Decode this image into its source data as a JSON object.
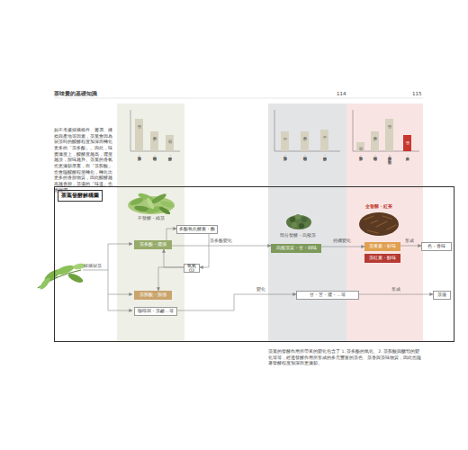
{
  "diagram": {
    "nodes": [
      {
        "text": [
          "茶葉發酵解構圖"
        ]
      },
      {
        "text": [
          "多酚氧化酵素・酶"
        ],
        "in": 0
      },
      {
        "text": [
          "茶多酚・澀感"
        ],
        "in": 0
      },
      {
        "text": [
          "氧氣 O2"
        ],
        "in": 0
      },
      {
        "text": [
          "茶胺酸・甜感"
        ],
        "in": 0
      },
      {
        "text": [
          "咖啡因・茶鹼…等"
        ],
        "in": 0
      },
      {
        "text": [
          "烏龍茶質・甘・回味"
        ],
        "in": 0
      },
      {
        "text": [
          "茶黃素・鮮味"
        ],
        "in": 0
      },
      {
        "text": [
          "茶紅素・醇味"
        ],
        "in": 0
      },
      {
        "text": [
          "色・香味"
        ],
        "in": 0
      },
      {
        "text": [
          "甘・苦・澀・…等"
        ],
        "in": 0
      },
      {
        "text": [
          "茶湯"
        ],
        "in": 0
      }
    ],
    "edges": [
      {
        "from": 2,
        "to": 1,
        "arrow": "to"
      },
      {
        "from": 1,
        "to": 3,
        "arrow": "to"
      },
      {
        "from": 3,
        "to": 2,
        "arrow": "to"
      },
      {
        "from": 3,
        "to": 4,
        "arrow": "to"
      },
      {
        "from": 2,
        "to": 6,
        "label": "茶多酚變化",
        "arrow": "to"
      },
      {
        "from": 6,
        "to": 7,
        "label": "持續變化",
        "arrow": "to"
      },
      {
        "from": 7,
        "to": 9,
        "label": "形成",
        "arrow": "to"
      },
      {
        "from": 5,
        "to": 10,
        "label": "變化",
        "arrow": "to"
      },
      {
        "from": 10,
        "to": 11,
        "label": "形成",
        "arrow": "to"
      }
    ],
    "labels": [
      "茶味覺的基礎知識",
      "114",
      "115",
      "如不考慮採摘條件、萎凋、揉捻與產地等因素，茶葉會因為製茶時的醱酵程度加深而轉化更多的「茶多酚」。因此，味覺濃度上，醱酵度越高，澀度越淡，甜味越升。茶葉的香氣也更濃郁厚重，而「茶胺酸」也會隨醱酵程度轉化，轉化出更多的香甜物質，因此醱酵越高越香甜，茶湯的「味道」也更圓潤。",
      "強",
      "不變",
      "弱",
      "澀・茶多酚",
      "苦・咖啡因",
      "甜・茶胺酸",
      "中",
      "不變",
      "中",
      "澀・茶多酚",
      "苦・咖啡因",
      "甜・茶胺酸",
      "弱",
      "不變",
      "強",
      "強",
      "澀・茶多酚",
      "苦・咖啡因",
      "甜・茶胺酸＆醣類",
      "紅・茶紅素",
      "不發酵・綠茶",
      "部分發酵・烏龍茶",
      "全發酵・紅茶",
      "採摘製茶",
      "茶葉的發酵作用所帶來的變化包含了 1. 茶多酚的氧化、2. 茶胺酸與醣類的變化等等，經過發酵作用所形成的多元豐富的茶色、茶香與茶味物質，因此也隨著發酵程度加深而更濃郁。"
    ]
  }
}
